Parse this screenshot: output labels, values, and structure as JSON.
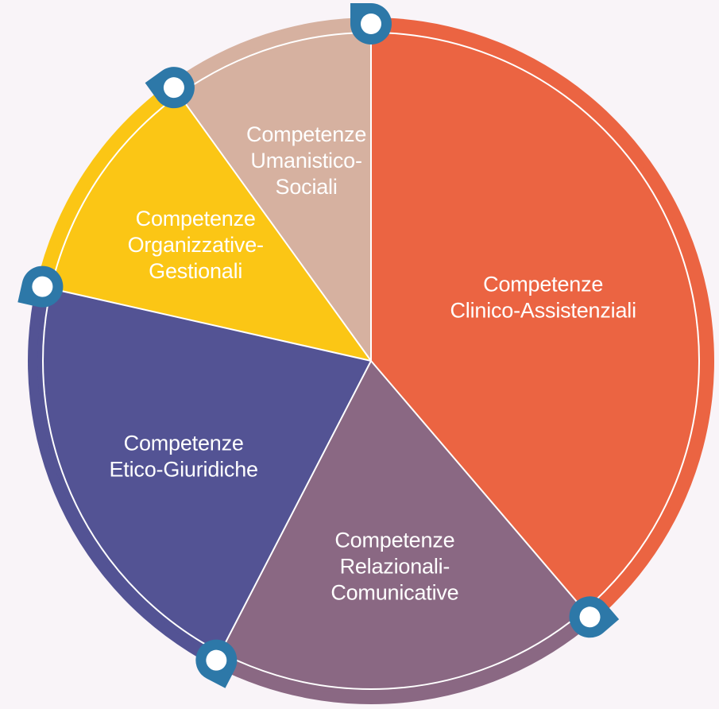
{
  "chart_data": {
    "type": "pie",
    "title": "",
    "legend": "none",
    "slices": [
      {
        "label": "Competenze Clinico-Assistenziali",
        "label_lines": [
          "Competenze",
          "Clinico-Assistenziali"
        ],
        "value": 37,
        "color": "#eb6442"
      },
      {
        "label": "Competenze Relazionali-Comunicative",
        "label_lines": [
          "Competenze",
          "Relazionali-",
          "Comunicative"
        ],
        "value": 18,
        "color": "#8a6883"
      },
      {
        "label": "Competenze Etico-Giuridiche",
        "label_lines": [
          "Competenze",
          "Etico-Giuridiche"
        ],
        "value": 20,
        "color": "#535394"
      },
      {
        "label": "Competenze Organizzative-Gestionali",
        "label_lines": [
          "Competenze",
          "Organizzative-",
          "Gestionali"
        ],
        "value": 11,
        "color": "#fbc615"
      },
      {
        "label": "Competenze Umanistico-Sociali",
        "label_lines": [
          "Competenze",
          "Umanistico-",
          "Sociali"
        ],
        "value": 9.5,
        "color": "#d6b1a0"
      }
    ],
    "start": "top",
    "direction": "clockwise",
    "marker_color": "#2d78a8",
    "separator_color": "#ffffff"
  }
}
